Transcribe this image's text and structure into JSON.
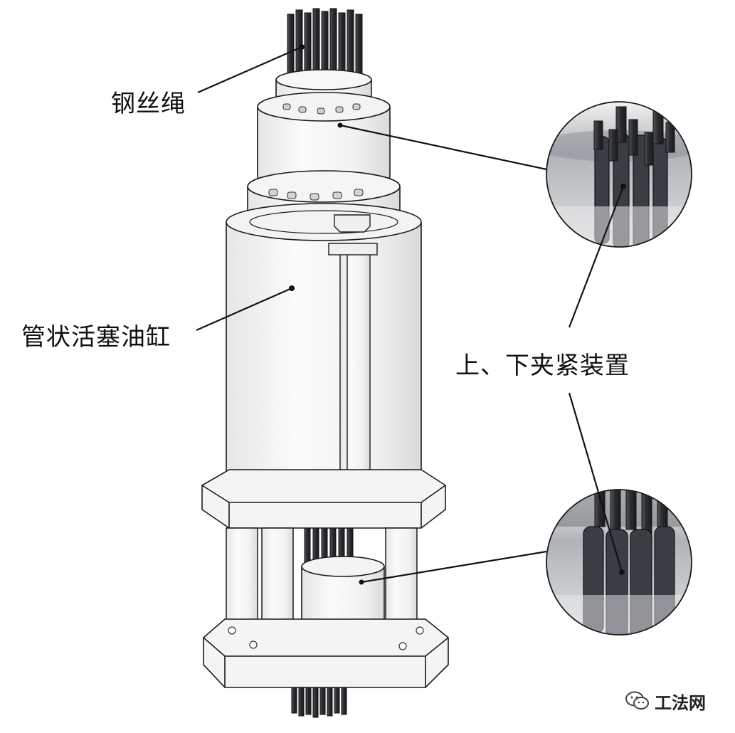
{
  "labels": {
    "wire_rope": "钢丝绳",
    "tubular_cylinder": "管状活塞油缸",
    "clamp_devices": "上、下夹紧装置"
  },
  "watermark": {
    "text": "工法网",
    "icon": "wechat-icon"
  },
  "colors": {
    "line": "#1a1a1a",
    "body_fill": "#f2f2f2",
    "shade": "#d9d9d9",
    "strand": "#2b2d33",
    "lens_bg": "#9ca1a6"
  }
}
